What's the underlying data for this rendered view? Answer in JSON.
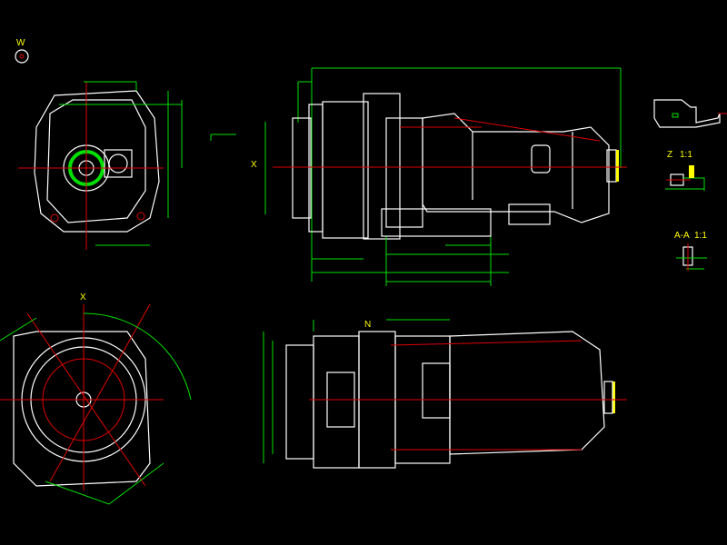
{
  "drawing": {
    "background": "#000000",
    "colors": {
      "outline": "#ffffff",
      "dimension": "#00e000",
      "centerline": "#e00000",
      "text": "#ffff00"
    },
    "views": [
      {
        "id": "view-w",
        "label": "W"
      },
      {
        "id": "view-x",
        "label": "X"
      },
      {
        "id": "view-n",
        "label": "N"
      },
      {
        "id": "detail-z",
        "label": "Z",
        "scale": "1:1"
      },
      {
        "id": "section-aa",
        "label": "A-A",
        "scale": "1:1"
      }
    ],
    "side_view_marker": "X"
  }
}
